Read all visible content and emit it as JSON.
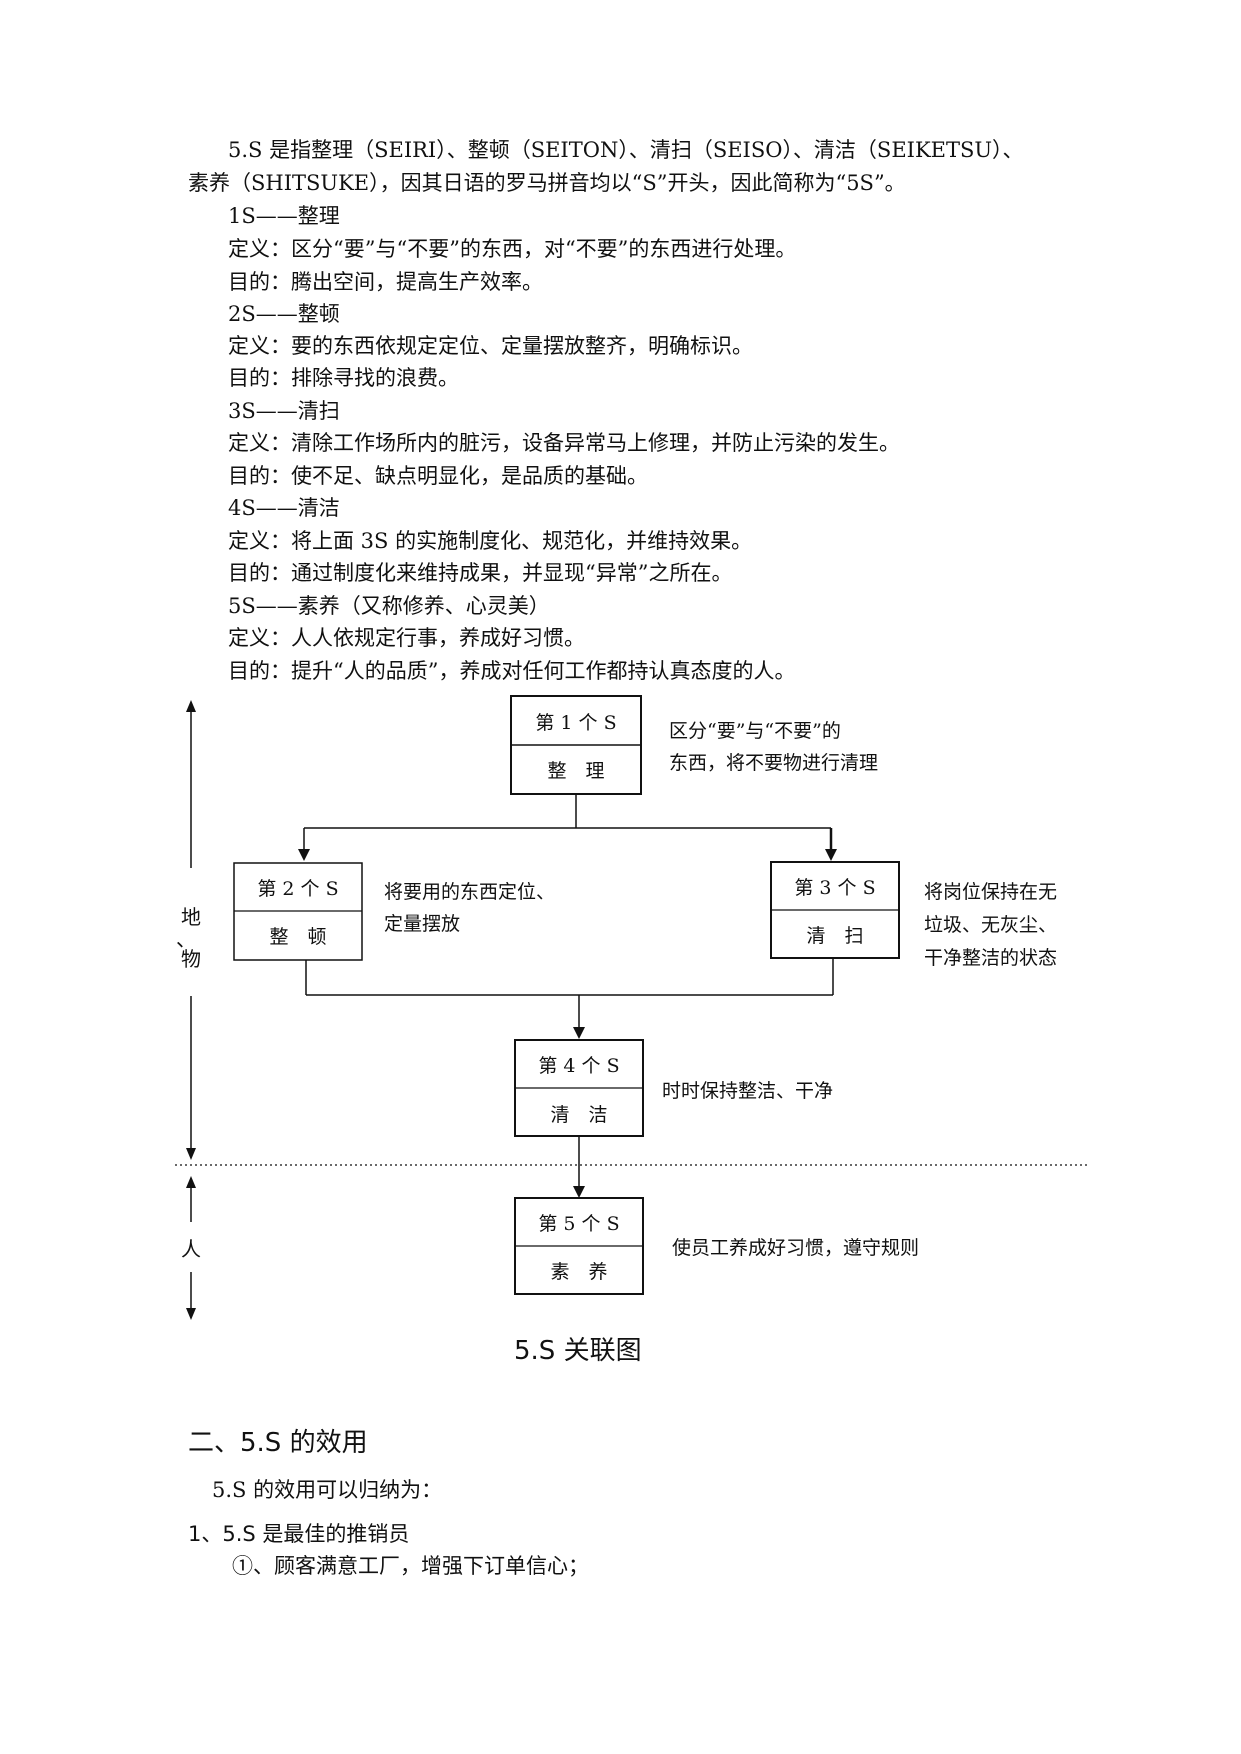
{
  "intro": {
    "line1": "5.S 是指整理（SEIRI）、整顿（SEITON）、清扫（SEISO）、清洁（SEIKETSU）、",
    "line2": "素养（SHITSUKE），因其日语的罗马拼音均以“S”开头，因此简称为“5S”。"
  },
  "items": [
    {
      "title": "1S——整理",
      "definition": "定义：区分“要”与“不要”的东西，对“不要”的东西进行处理。",
      "purpose": "目的：腾出空间，提高生产效率。"
    },
    {
      "title": "2S——整顿",
      "definition": "定义：要的东西依规定定位、定量摆放整齐，明确标识。",
      "purpose": "目的：排除寻找的浪费。"
    },
    {
      "title": "3S——清扫",
      "definition": "定义：清除工作场所内的脏污，设备异常马上修理，并防止污染的发生。",
      "purpose": "目的：使不足、缺点明显化，是品质的基础。"
    },
    {
      "title": "4S——清洁",
      "definition": "定义：将上面 3S 的实施制度化、规范化，并维持效果。",
      "purpose": "目的：通过制度化来维持成果，并显现“异常”之所在。"
    },
    {
      "title": "5S——素养（又称修养、心灵美）",
      "definition": "定义：人人依规定行事，养成好习惯。",
      "purpose": "目的：提升“人的品质”，养成对任何工作都持认真态度的人。"
    }
  ],
  "diagram": {
    "nodes": [
      {
        "top": "第 1 个 S",
        "bottom": "整　理",
        "desc": [
          "区分“要”与“不要”的",
          "东西，将不要物进行清理"
        ]
      },
      {
        "top": "第 2 个 S",
        "bottom": "整　顿",
        "desc": [
          "将要用的东西定位、",
          "定量摆放"
        ]
      },
      {
        "top": "第 3 个 S",
        "bottom": "清　扫",
        "desc": [
          "将岗位保持在无",
          "垃圾、无灰尘、",
          "干净整洁的状态"
        ]
      },
      {
        "top": "第 4 个 S",
        "bottom": "清　洁",
        "desc": [
          "时时保持整洁、干净"
        ]
      },
      {
        "top": "第 5 个 S",
        "bottom": "素　养",
        "desc": [
          "使员工养成好习惯，遵守规则"
        ]
      }
    ],
    "side_labels": {
      "top": [
        "地",
        "、",
        "物"
      ],
      "bottom": "人"
    },
    "caption": "5.S 关联图"
  },
  "section2": {
    "heading": "二、5.S 的效用",
    "intro": "5.S 的效用可以归纳为：",
    "item1_title": "1、5.S 是最佳的推销员",
    "item1_point1": "①、顾客满意工厂，增强下订单信心；"
  }
}
